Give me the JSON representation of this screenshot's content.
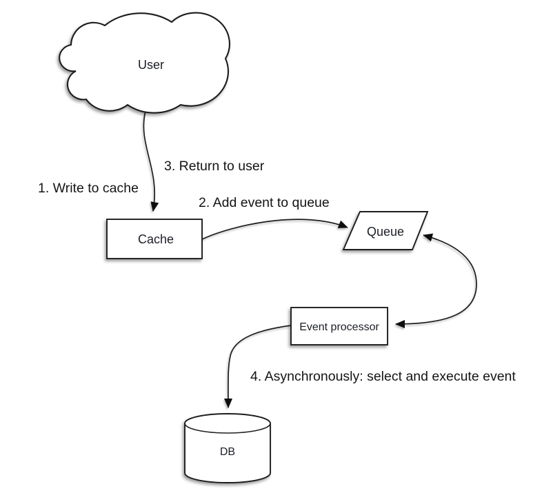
{
  "diagram": {
    "nodes": [
      {
        "id": "user",
        "label": "User",
        "shape": "cloud"
      },
      {
        "id": "cache",
        "label": "Cache",
        "shape": "rectangle"
      },
      {
        "id": "queue",
        "label": "Queue",
        "shape": "parallelogram"
      },
      {
        "id": "event-processor",
        "label": "Event processor",
        "shape": "rectangle"
      },
      {
        "id": "db",
        "label": "DB",
        "shape": "cylinder"
      }
    ],
    "steps": [
      {
        "label": "1. Write to cache"
      },
      {
        "label": "2. Add event to queue"
      },
      {
        "label": "3. Return to user"
      },
      {
        "label": "4. Asynchronously: select and execute event"
      }
    ],
    "edges": [
      {
        "from": "user",
        "to": "cache",
        "arrowheads": "end"
      },
      {
        "from": "cache",
        "to": "queue",
        "arrowheads": "end"
      },
      {
        "from": "queue",
        "to": "event-processor",
        "arrowheads": "both"
      },
      {
        "from": "event-processor",
        "to": "db",
        "arrowheads": "end"
      }
    ],
    "colors": {
      "background": "#ffffff",
      "stroke": "#1f1f1f",
      "node_fill": "#ffffff",
      "text": "#141414"
    }
  }
}
